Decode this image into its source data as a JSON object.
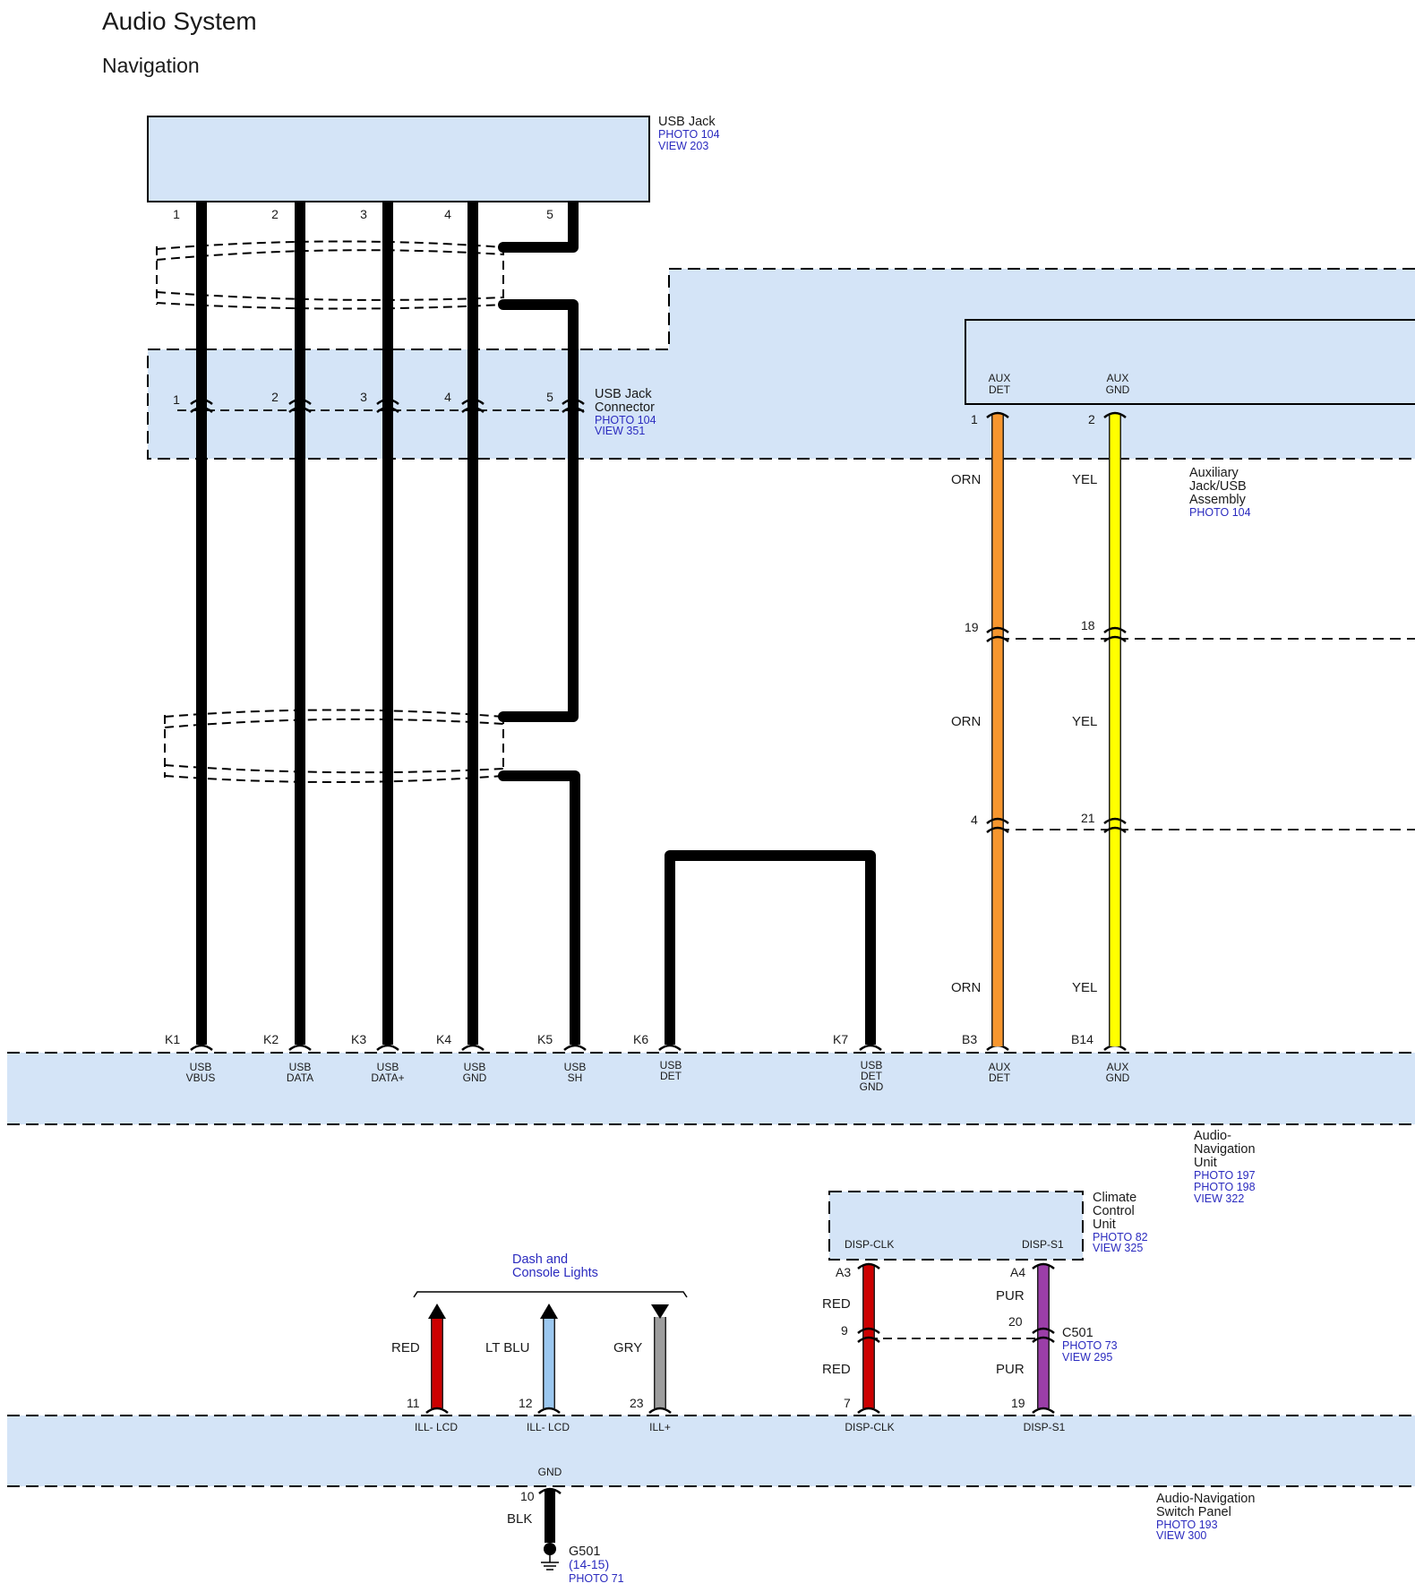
{
  "page": {
    "title": "Audio System",
    "subtitle": "Navigation"
  },
  "usb_jack": {
    "name": "USB Jack",
    "refs": [
      "PHOTO 104",
      "VIEW 203"
    ],
    "pins": [
      "1",
      "2",
      "3",
      "4",
      "5"
    ]
  },
  "usb_jack_connector": {
    "name": [
      "USB Jack",
      "Connector"
    ],
    "refs": [
      "PHOTO 104",
      "VIEW 351"
    ],
    "pins": [
      "1",
      "2",
      "3",
      "4",
      "5"
    ]
  },
  "aux_assembly": {
    "name": [
      "Auxiliary",
      "Jack/USB",
      "Assembly"
    ],
    "refs": [
      "PHOTO 104"
    ],
    "terminals": [
      [
        "AUX",
        "DET"
      ],
      [
        "AUX",
        "GND"
      ]
    ],
    "pins": [
      "1",
      "2"
    ]
  },
  "aux_wires": {
    "left_colors": [
      "ORN",
      "ORN",
      "ORN"
    ],
    "right_colors": [
      "YEL",
      "YEL",
      "YEL"
    ],
    "left_pins": [
      "19",
      "4"
    ],
    "right_pins": [
      "18",
      "21"
    ],
    "orange_color": "#f7962e",
    "yellow_color": "#ffff00"
  },
  "audio_nav_unit": {
    "name": [
      "Audio-",
      "Navigation",
      "Unit"
    ],
    "refs": [
      "PHOTO 197",
      "PHOTO 198",
      "VIEW 322"
    ],
    "pins": [
      "K1",
      "K2",
      "K3",
      "K4",
      "K5",
      "K6",
      "K7",
      "B3",
      "B14"
    ],
    "terminals": [
      [
        "USB",
        "VBUS"
      ],
      [
        "USB",
        "DATA"
      ],
      [
        "USB",
        "DATA+"
      ],
      [
        "USB",
        "GND"
      ],
      [
        "USB",
        "SH"
      ],
      [
        "USB",
        "DET"
      ],
      [
        "USB",
        "DET",
        "GND"
      ],
      [
        "AUX",
        "DET"
      ],
      [
        "AUX",
        "GND"
      ]
    ]
  },
  "climate_unit": {
    "name": [
      "Climate",
      "Control",
      "Unit"
    ],
    "refs": [
      "PHOTO 82",
      "VIEW 325"
    ],
    "terminals": [
      "DISP-CLK",
      "DISP-S1"
    ],
    "pins": [
      "A3",
      "A4"
    ]
  },
  "c501": {
    "name": "C501",
    "refs": [
      "PHOTO 73",
      "VIEW 295"
    ],
    "pins": [
      "9",
      "20"
    ]
  },
  "climate_wires": {
    "left_colors": [
      "RED",
      "RED"
    ],
    "right_colors": [
      "PUR",
      "PUR"
    ],
    "red_color": "#cc0000",
    "purple_color": "#9b3ea8"
  },
  "dash_lights": {
    "label": [
      "Dash and",
      "Console Lights"
    ],
    "colors": [
      "RED",
      "LT BLU",
      "GRY"
    ],
    "fill_colors": [
      "#cc0000",
      "#9cc8f0",
      "#9e9e9e"
    ]
  },
  "switch_panel": {
    "name": [
      "Audio-Navigation",
      "Switch Panel"
    ],
    "refs": [
      "PHOTO 193",
      "VIEW 300"
    ],
    "pins": [
      "11",
      "12",
      "23",
      "7",
      "19"
    ],
    "terminals": [
      "ILL- LCD",
      "ILL- LCD",
      "ILL+",
      "DISP-CLK",
      "DISP-S1"
    ],
    "gnd_terminal": "GND",
    "gnd_pin": "10",
    "gnd_color": "BLK"
  },
  "ground": {
    "name": "G501",
    "refs": [
      "(14-15)",
      "PHOTO 71"
    ]
  },
  "colors": {
    "panel_fill": "#d4e4f7",
    "wire_black": "#000000",
    "ref_text": "#2b2bbf"
  }
}
